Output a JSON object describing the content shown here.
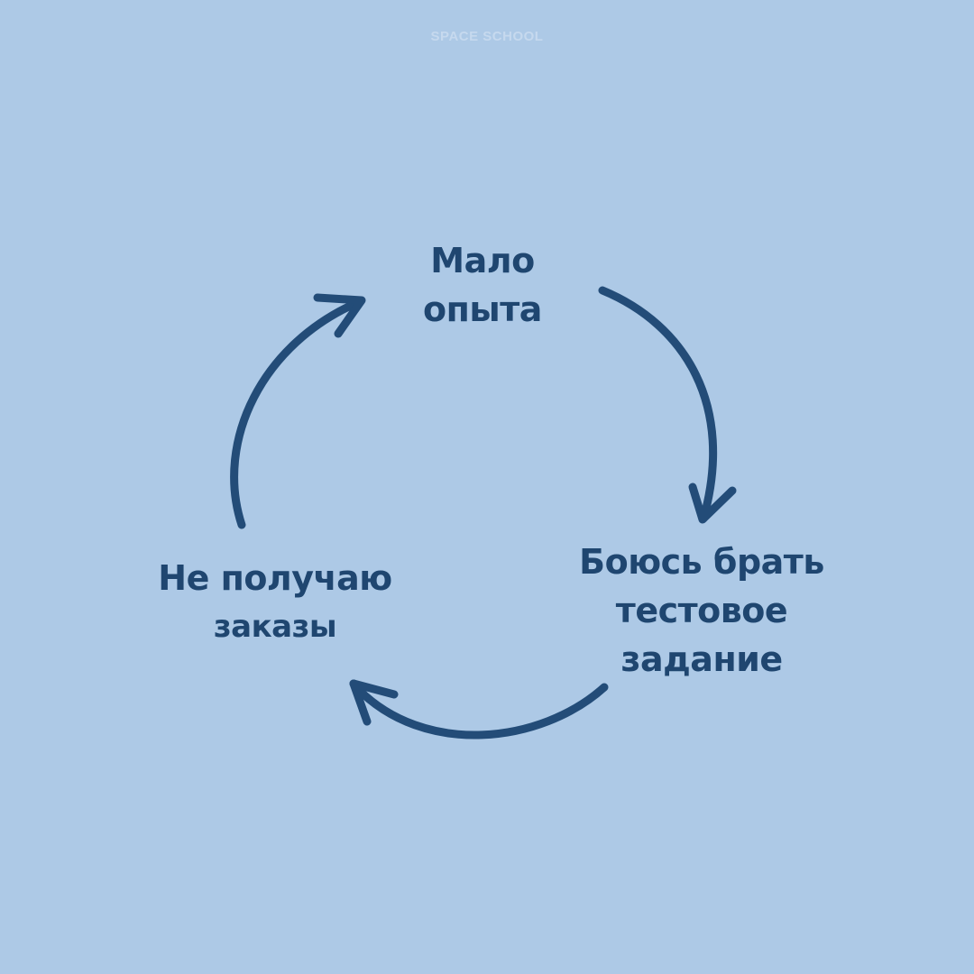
{
  "watermark": "SPACE SCHOOL",
  "cycle": {
    "nodes": [
      {
        "id": "top",
        "lines": [
          "Мало",
          "опыта"
        ]
      },
      {
        "id": "right",
        "lines": [
          "Боюсь брать",
          "тестовое",
          "задание"
        ]
      },
      {
        "id": "left",
        "lines": [
          "Не получаю",
          "заказы"
        ]
      }
    ],
    "arrow_color": "#234c78",
    "text_color": "#1f4670",
    "background_color": "#adc9e6"
  }
}
